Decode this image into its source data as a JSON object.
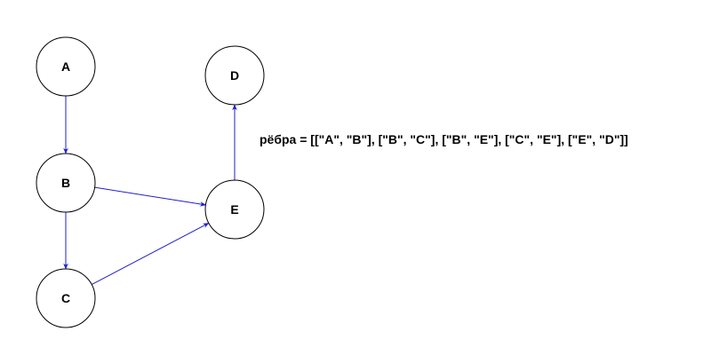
{
  "colors": {
    "edge": "#1f1fcc",
    "node_stroke": "#000000",
    "node_fill": "#ffffff",
    "text": "#000000"
  },
  "nodes": [
    {
      "id": "A",
      "label": "A"
    },
    {
      "id": "B",
      "label": "B"
    },
    {
      "id": "C",
      "label": "C"
    },
    {
      "id": "D",
      "label": "D"
    },
    {
      "id": "E",
      "label": "E"
    }
  ],
  "edges": [
    {
      "from": "A",
      "to": "B"
    },
    {
      "from": "B",
      "to": "C"
    },
    {
      "from": "B",
      "to": "E"
    },
    {
      "from": "C",
      "to": "E"
    },
    {
      "from": "E",
      "to": "D"
    }
  ],
  "edge_list_text": "рёбра = [[\"A\", \"B\"], [\"B\", \"C\"], [\"B\", \"E\"], [\"C\", \"E\"], [\"E\", \"D\"]]"
}
